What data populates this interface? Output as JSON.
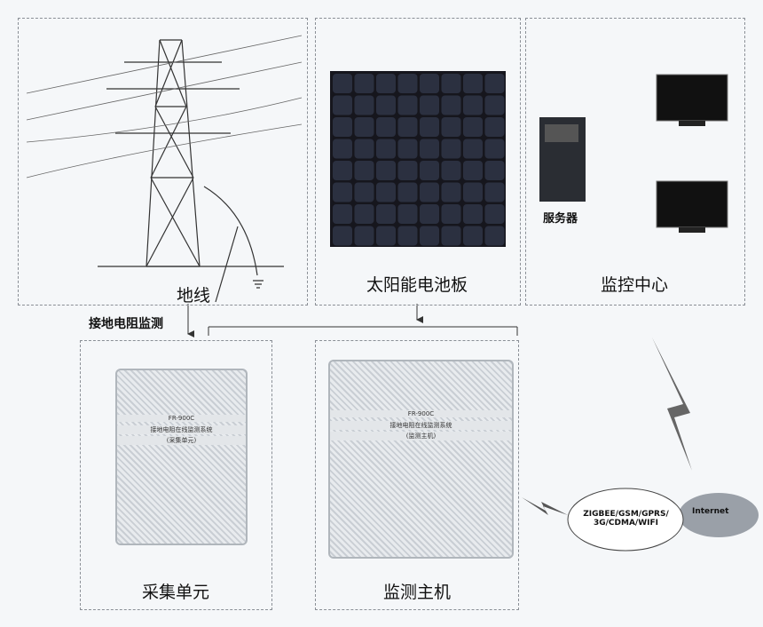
{
  "panels": {
    "tower": {
      "label": "地线"
    },
    "solar": {
      "label": "太阳能电池板"
    },
    "monitor_center": {
      "label": "监控中心",
      "server_label": "服务器"
    },
    "collector": {
      "label": "采集单元",
      "model": "FR-900C",
      "system": "接地电阻在线监测系统",
      "sub": "(采集单元)"
    },
    "host": {
      "label": "监测主机",
      "model": "FR-900C",
      "system": "接地电阻在线监测系统",
      "sub": "(监测主机)"
    }
  },
  "edge_label": "接地电阻监测",
  "network": {
    "wireless": "ZIGBEE/GSM/GPRS/\n3G/CDMA/WIFI",
    "internet": "Internet"
  }
}
